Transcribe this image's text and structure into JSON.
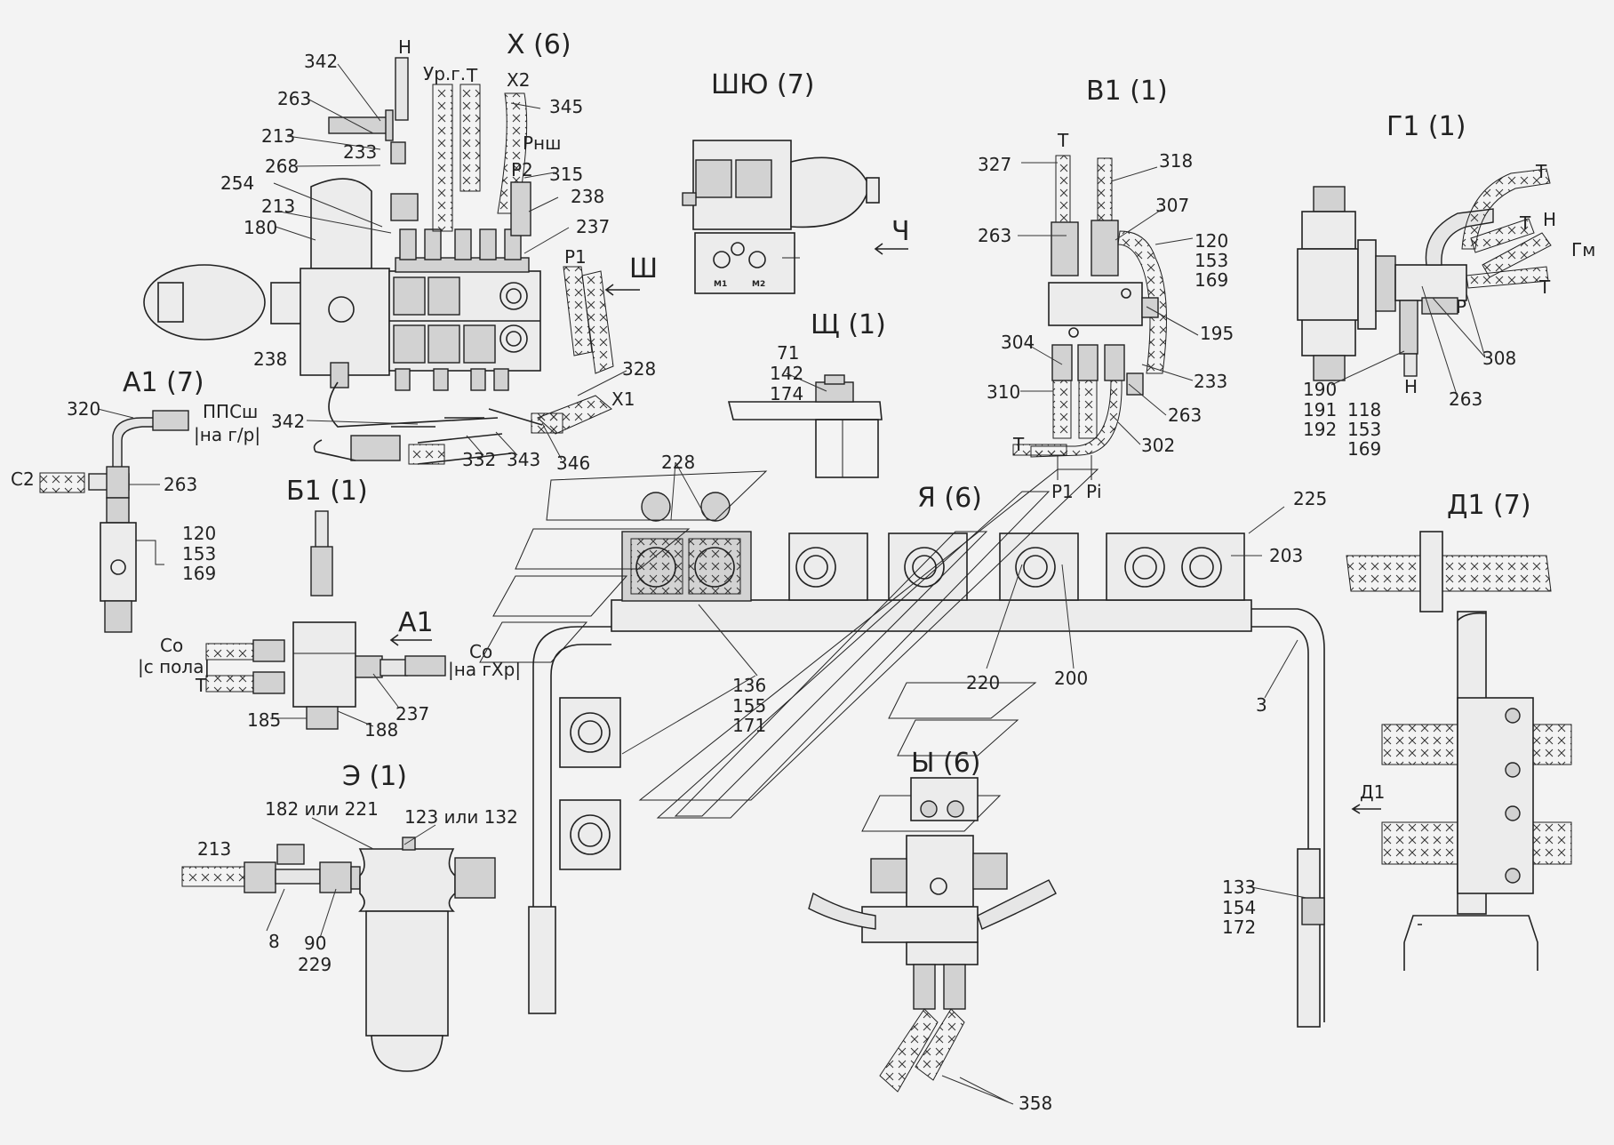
{
  "views": {
    "x": "Х (6)",
    "sh": "ШЮ (7)",
    "v1": "В1 (1)",
    "g1": "Г1 (1)",
    "a1": "А1 (7)",
    "b1": "Б1 (1)",
    "shch": "Щ (1)",
    "ya": "Я (6)",
    "d1": "Д1 (7)",
    "e": "Э (1)",
    "y": "Ы (6)"
  },
  "arrows": {
    "sh": "Ш",
    "ch": "Ч",
    "a1": "А1",
    "d1": "Д1"
  },
  "ports": {
    "n": "Н",
    "urg": "Ур.г.",
    "t": "Т",
    "x2": "Х2",
    "rnsh": "Рнш",
    "p2": "Р2",
    "p1": "Р1",
    "x1": "Х1",
    "m1": "М1",
    "m2": "М2",
    "gm": "Гм",
    "r": "Р",
    "r1": "Р1",
    "ri": "Рi",
    "ppssh": "ППСш",
    "na_gr": "|на г/р|",
    "c2": "С2",
    "co": "Со",
    "s_pola": "|с пола|",
    "na_gxr": "|на гХр|"
  },
  "callouts": {
    "x": [
      "342",
      "263",
      "213",
      "233",
      "268",
      "254",
      "213",
      "180",
      "345",
      "315",
      "238",
      "237",
      "238",
      "328",
      "342",
      "332",
      "343",
      "346"
    ],
    "a1": [
      "320",
      "263",
      "120",
      "153",
      "169"
    ],
    "b1": [
      "185",
      "188",
      "237"
    ],
    "e": [
      "182 или 221",
      "123 или 132",
      "213",
      "8",
      "90",
      "229"
    ],
    "shch": [
      "71",
      "142",
      "174"
    ],
    "ya": [
      "228",
      "225",
      "203",
      "136",
      "155",
      "171",
      "220",
      "200",
      "3",
      "133",
      "154",
      "172"
    ],
    "y": [
      "358"
    ],
    "v1": [
      "327",
      "318",
      "263",
      "307",
      "120",
      "153",
      "169",
      "195",
      "304",
      "310",
      "233",
      "263",
      "302"
    ],
    "g1": [
      "308",
      "263",
      "190",
      "191",
      "192",
      "118",
      "153",
      "169"
    ]
  }
}
